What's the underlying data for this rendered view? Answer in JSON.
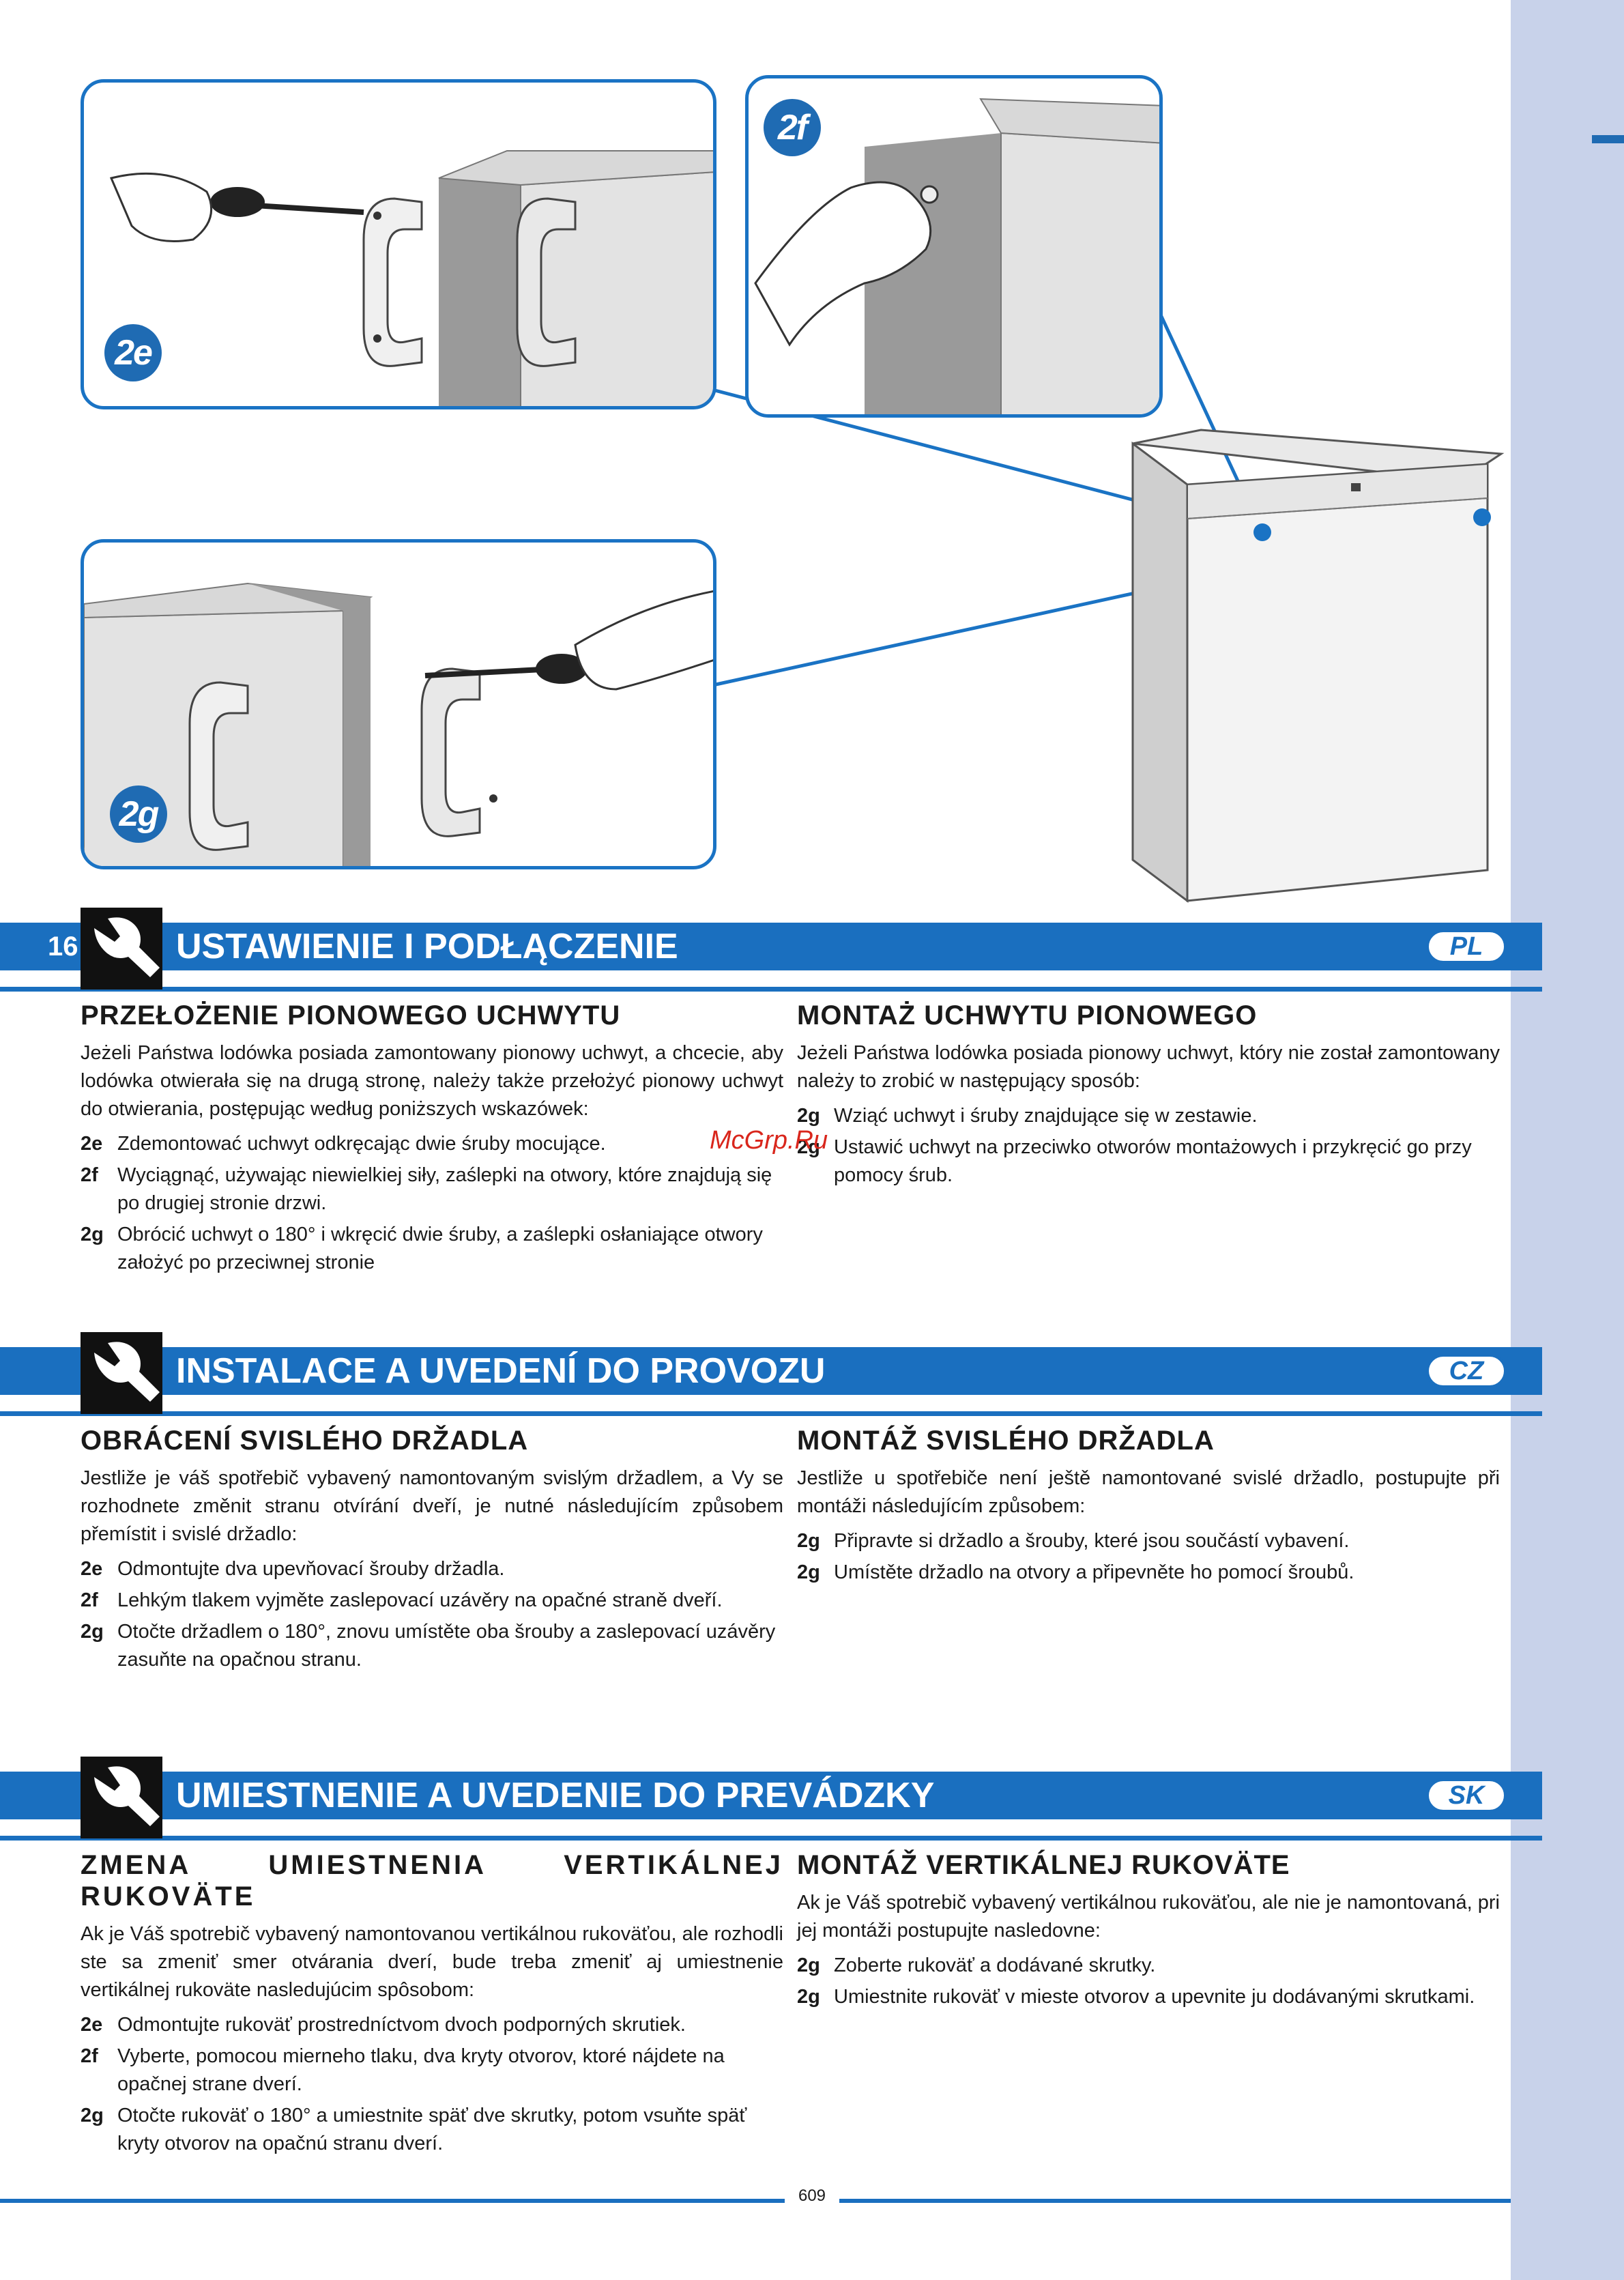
{
  "page_number": "16",
  "footer_number": "609",
  "watermark": "McGrp.Ru",
  "figures": [
    {
      "label": "2e"
    },
    {
      "label": "2f"
    },
    {
      "label": "2g"
    }
  ],
  "sections": [
    {
      "title": "USTAWIENIE I PODŁĄCZENIE",
      "lang": "PL",
      "left": {
        "heading": "PRZEŁOŻENIE PIONOWEGO UCHWYTU",
        "intro": "Jeżeli Państwa lodówka posiada zamontowany pionowy uchwyt, a chcecie, aby lodówka otwierała się na drugą stronę, należy także przełożyć pionowy uchwyt do otwierania, postępując według poniższych wskazówek:",
        "steps": [
          {
            "key": "2e",
            "text": "Zdemontować uchwyt odkręcając dwie śruby mocujące."
          },
          {
            "key": "2f",
            "text": "Wyciągnąć, używając niewielkiej siły, zaślepki na otwory, które znajdują się po drugiej stronie drzwi."
          },
          {
            "key": "2g",
            "text": "Obrócić uchwyt o 180° i wkręcić dwie śruby, a zaślepki osłaniające otwory założyć po przeciwnej stronie"
          }
        ]
      },
      "right": {
        "heading": "MONTAŻ UCHWYTU PIONOWEGO",
        "intro": "Jeżeli Państwa lodówka posiada pionowy uchwyt, który nie został zamontowany należy to zrobić w następujący sposób:",
        "steps": [
          {
            "key": "2g",
            "text": "Wziąć uchwyt i śruby znajdujące się w zestawie."
          },
          {
            "key": "2g",
            "text": "Ustawić uchwyt na przeciwko otworów montażowych i przykręcić go przy pomocy śrub."
          }
        ]
      }
    },
    {
      "title": "INSTALACE A UVEDENÍ DO PROVOZU",
      "lang": "CZ",
      "left": {
        "heading": "OBRÁCENÍ SVISLÉHO DRŽADLA",
        "intro": "Jestliže je váš spotřebič vybavený namontovaným svislým držadlem, a Vy se rozhodnete změnit stranu otvírání dveří, je nutné následujícím způsobem přemístit i svislé držadlo:",
        "steps": [
          {
            "key": "2e",
            "text": "Odmontujte dva upevňovací šrouby držadla."
          },
          {
            "key": "2f",
            "text": "Lehkým tlakem vyjměte zaslepovací uzávěry na opačné straně dveří."
          },
          {
            "key": "2g",
            "text": "Otočte držadlem o 180°, znovu umístěte oba šrouby a zaslepovací uzávěry zasuňte na opačnou stranu."
          }
        ]
      },
      "right": {
        "heading": "MONTÁŽ SVISLÉHO DRŽADLA",
        "intro": "Jestliže u spotřebiče není ještě namontované svislé držadlo, postupujte při montáži následujícím způsobem:",
        "steps": [
          {
            "key": "2g",
            "text": "Připravte si držadlo a šrouby, které jsou součástí vybavení."
          },
          {
            "key": "2g",
            "text": "Umístěte držadlo na otvory a připevněte ho pomocí šroubů."
          }
        ]
      }
    },
    {
      "title": "UMIESTNENIE A UVEDENIE DO PREVÁDZKY",
      "lang": "SK",
      "left": {
        "heading": "ZMENA UMIESTNENIA VERTIKÁLNEJ RUKOVÄTE",
        "intro": "Ak je Váš spotrebič vybavený namontovanou vertikálnou rukoväťou, ale rozhodli ste sa zmeniť smer otvárania dverí, bude treba zmeniť aj umiestnenie vertikálnej rukoväte nasledujúcim spôsobom:",
        "steps": [
          {
            "key": "2e",
            "text": "Odmontujte rukoväť prostredníctvom dvoch podporných skrutiek."
          },
          {
            "key": "2f",
            "text": "Vyberte, pomocou mierneho tlaku, dva kryty otvorov, ktoré nájdete na opačnej strane dverí."
          },
          {
            "key": "2g",
            "text": "Otočte rukoväť o 180° a umiestnite späť dve skrutky, potom vsuňte späť kryty otvorov na opačnú stranu dverí."
          }
        ]
      },
      "right": {
        "heading": "MONTÁŽ VERTIKÁLNEJ RUKOVÄTE",
        "intro": "Ak je Váš spotrebič vybavený vertikálnou rukoväťou, ale nie je namontovaná, pri jej montáži postupujte nasledovne:",
        "steps": [
          {
            "key": "2g",
            "text": "Zoberte rukoväť a dodávané skrutky."
          },
          {
            "key": "2g",
            "text": "Umiestnite rukoväť v mieste otvorov a upevnite ju dodávanými skrutkami."
          }
        ]
      }
    }
  ]
}
